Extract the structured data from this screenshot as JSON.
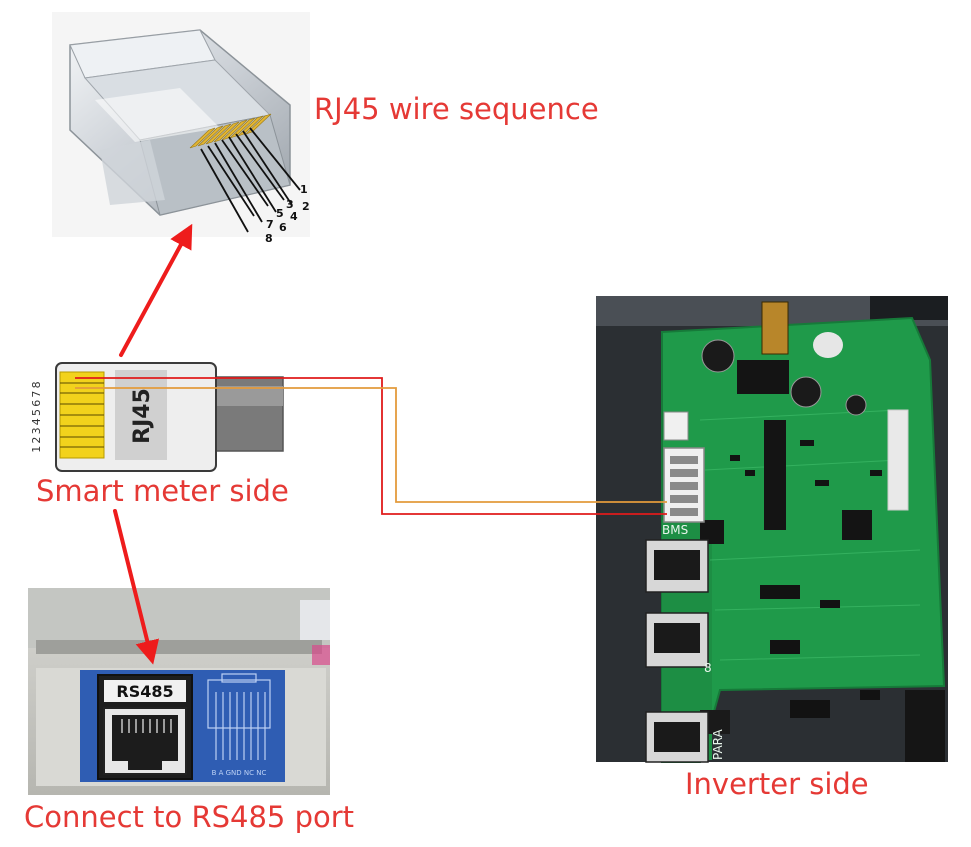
{
  "captions": {
    "rj45_wire_sequence": "RJ45 wire sequence",
    "smart_meter_side": "Smart meter side",
    "connect_rs485": "Connect to RS485 port",
    "inverter_side": "Inverter side"
  },
  "rj45_plug": {
    "pin_numbers": [
      "1",
      "2",
      "3",
      "4",
      "5",
      "6",
      "7",
      "8"
    ]
  },
  "meter_plug": {
    "label": "RJ45",
    "pin_sequence": "12345678"
  },
  "rs485_port": {
    "label": "RS485",
    "pinout_text": "B A GND NC NC"
  },
  "inverter_board": {
    "port_labels": [
      "BMS",
      "8",
      "PARA"
    ]
  },
  "colors": {
    "caption_red": "#e53935",
    "arrow_red": "#ee1c1c",
    "wire_red": "#e01b1b",
    "wire_orange": "#e39b3c",
    "pcb_green": "#1f9a4a",
    "contact_gold": "#f2d21c",
    "port_blue": "#2a5db0"
  }
}
